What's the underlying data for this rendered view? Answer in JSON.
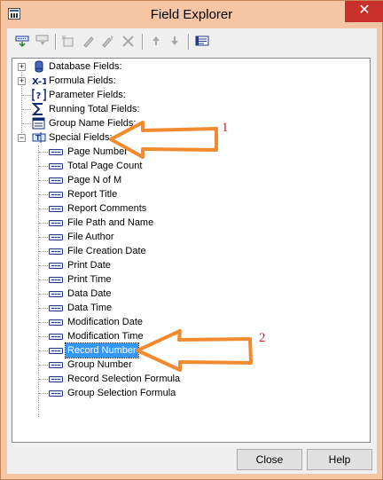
{
  "window": {
    "title": "Field Explorer",
    "close_glyph": "✕"
  },
  "toolbar": {
    "buttons": [
      {
        "name": "insert-to-report",
        "icon": "insert-field-icon",
        "enabled": true
      },
      {
        "name": "browse",
        "icon": "browse-data-icon",
        "enabled": false
      },
      {
        "name": "new",
        "icon": "new-icon",
        "enabled": false
      },
      {
        "name": "edit",
        "icon": "pencil-icon",
        "enabled": false
      },
      {
        "name": "rename",
        "icon": "rename-icon",
        "enabled": false
      },
      {
        "name": "delete",
        "icon": "delete-icon",
        "enabled": false
      },
      {
        "name": "move-up",
        "icon": "arrow-up-icon",
        "enabled": false
      },
      {
        "name": "move-down",
        "icon": "arrow-down-icon",
        "enabled": false
      },
      {
        "name": "show-field-type",
        "icon": "field-type-icon",
        "enabled": true
      }
    ]
  },
  "tree": {
    "groups": [
      {
        "label": "Database Fields:",
        "icon": "database-icon",
        "expander": "+"
      },
      {
        "label": "Formula Fields:",
        "icon": "formula-icon",
        "expander": "+"
      },
      {
        "label": "Parameter Fields:",
        "icon": "parameter-icon",
        "expander": ""
      },
      {
        "label": "Running Total Fields:",
        "icon": "running-total-icon",
        "expander": ""
      },
      {
        "label": "Group Name Fields:",
        "icon": "group-name-icon",
        "expander": ""
      },
      {
        "label": "Special Fields:",
        "icon": "special-fields-icon",
        "expander": "−"
      }
    ],
    "special_fields": [
      "Page Number",
      "Total Page Count",
      "Page N of M",
      "Report Title",
      "Report Comments",
      "File Path and Name",
      "File Author",
      "File Creation Date",
      "Print Date",
      "Print Time",
      "Data Date",
      "Data Time",
      "Modification Date",
      "Modification Time",
      "Record Number",
      "Group Number",
      "Record Selection Formula",
      "Group Selection Formula"
    ],
    "selected": "Record Number"
  },
  "annotations": {
    "one": "1",
    "two": "2",
    "arrow_color": "#f28a30"
  },
  "buttons": {
    "close": "Close",
    "help": "Help"
  }
}
